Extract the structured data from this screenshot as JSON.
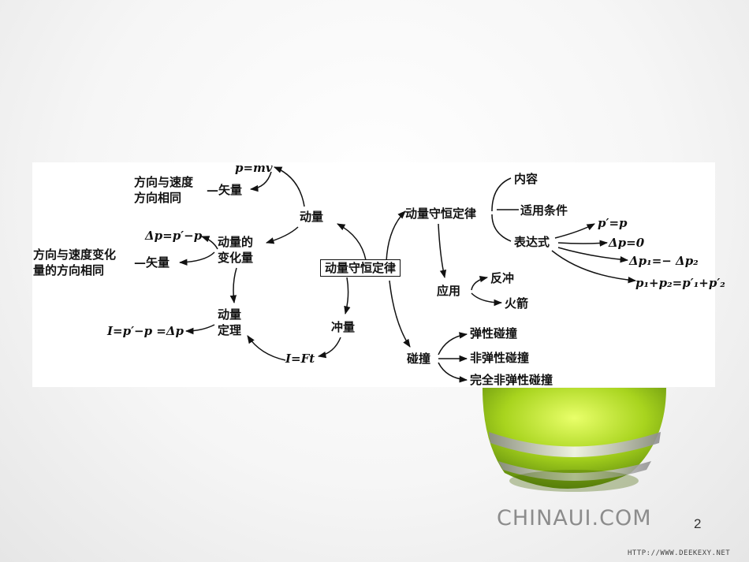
{
  "diagram": {
    "center": "动量守恒定律",
    "momentum": {
      "label": "动量",
      "formula": "p=mv",
      "vector": "矢量",
      "direction": [
        "方向与速度",
        "方向相同"
      ]
    },
    "momentum_change": {
      "label": [
        "动量的",
        "变化量"
      ],
      "formula": "Δp=p′−p",
      "vector": "矢量",
      "direction": [
        "方向与速度变化",
        "量的方向相同"
      ]
    },
    "theorem": {
      "label": [
        "动量",
        "定理"
      ],
      "formula": "I=p′−p =Δp"
    },
    "impulse": {
      "label": "冲量",
      "formula": "I=Ft"
    },
    "conservation": {
      "label": "动量守恒定律",
      "content": "内容",
      "condition": "适用条件",
      "expression": "表达式",
      "expressions": [
        "p′=p",
        "Δp=0",
        "Δp₁=− Δp₂",
        "p₁+p₂=p′₁+p′₂"
      ]
    },
    "application": {
      "label": "应用",
      "items": [
        "反冲",
        "火箭"
      ]
    },
    "collision": {
      "label": "碰撞",
      "items": [
        "弹性碰撞",
        "非弹性碰撞",
        "完全非弹性碰撞"
      ]
    }
  },
  "footer": {
    "logo": "CHINAUI.COM",
    "page_number": "2",
    "watermark": "HTTP://WWW.DEEKEXY.NET"
  }
}
